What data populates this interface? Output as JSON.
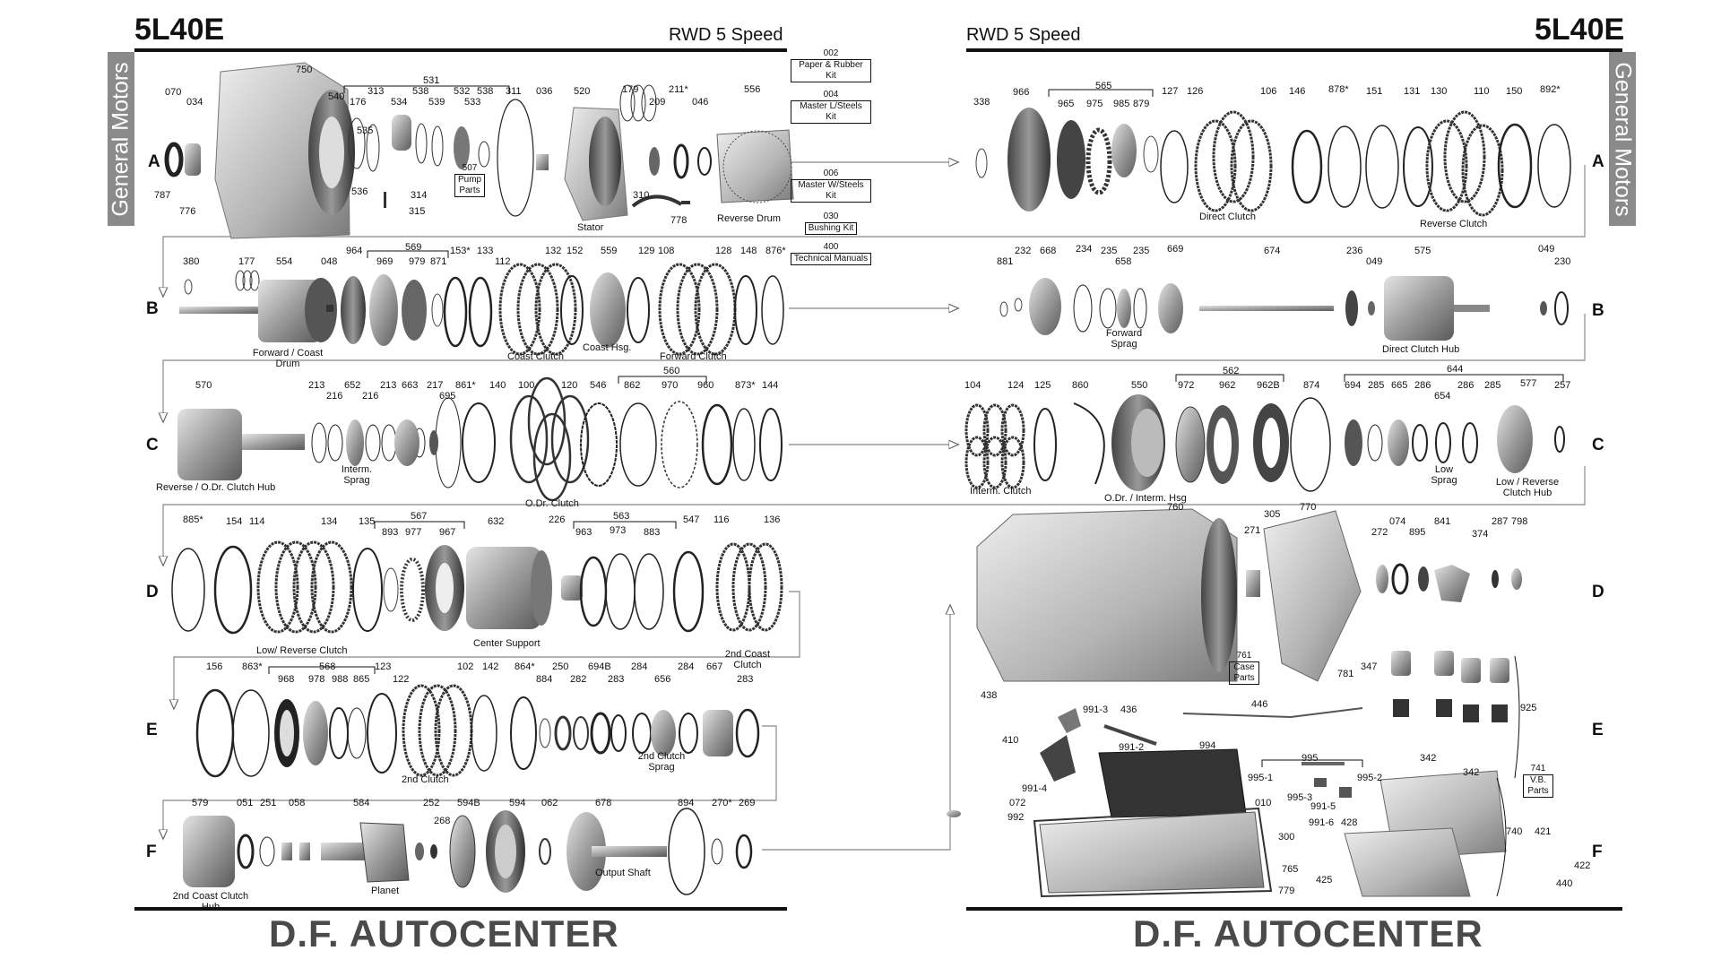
{
  "titles": {
    "left_model": "5L40E",
    "right_model": "5L40E",
    "left_sub": "RWD 5 Speed",
    "right_sub": "RWD 5 Speed",
    "brand_left": "D.F. AUTOCENTER",
    "brand_right": "D.F. AUTOCENTER",
    "gm_left": "General Motors",
    "gm_right": "General Motors"
  },
  "row_letters": {
    "a": "A",
    "b": "B",
    "c": "C",
    "d": "D",
    "e": "E",
    "f": "F"
  },
  "kits": {
    "k002_num": "002",
    "k002_label": "Paper & Rubber Kit",
    "k004_num": "004",
    "k004_label": "Master L/Steels Kit",
    "k006_num": "006",
    "k006_label": "Master W/Steels Kit",
    "k030_num": "030",
    "k030_label": "Bushing Kit",
    "k400_num": "400",
    "k400_label": "Technical Manuals"
  },
  "boxes": {
    "pump_num": "507",
    "pump_label": "Pump Parts",
    "case_num": "761",
    "case_label": "Case Parts",
    "vb_num": "741",
    "vb_label": "V.B. Parts"
  },
  "parts": {
    "p750": "750",
    "p070": "070",
    "p034": "034",
    "p787": "787",
    "p776": "776",
    "p540": "540",
    "p531": "531",
    "p176": "176",
    "p313": "313",
    "p535": "535",
    "p534": "534",
    "p538a": "538",
    "p539": "539",
    "p532": "532",
    "p533": "533",
    "p538b": "538",
    "p311": "311",
    "p536": "536",
    "p314": "314",
    "p315": "315",
    "p036": "036",
    "p520": "520",
    "p179": "179",
    "p209": "209",
    "p211": "211*",
    "p046": "046",
    "p556": "556",
    "p310": "310",
    "p778": "778",
    "p338": "338",
    "p966": "966",
    "p565": "565",
    "p965": "965",
    "p975": "975",
    "p985": "985",
    "p879": "879",
    "p127": "127",
    "p126": "126",
    "p106": "106",
    "p146": "146",
    "p878": "878*",
    "p151": "151",
    "p131": "131",
    "p130": "130",
    "p110": "110",
    "p150": "150",
    "p892": "892*",
    "p380": "380",
    "p177": "177",
    "p554": "554",
    "p048": "048",
    "p964": "964",
    "p569": "569",
    "p969": "969",
    "p979": "979",
    "p871": "871",
    "p153": "153*",
    "p133": "133",
    "p112": "112",
    "p132": "132",
    "p152": "152",
    "p559": "559",
    "p129": "129",
    "p108": "108",
    "p128": "128",
    "p148": "148",
    "p876": "876*",
    "p881": "881",
    "p232": "232",
    "p668": "668",
    "p234": "234",
    "p235a": "235",
    "p658": "658",
    "p235b": "235",
    "p669": "669",
    "p674": "674",
    "p236": "236",
    "p049a": "049",
    "p575": "575",
    "p049b": "049",
    "p230": "230",
    "p570": "570",
    "p213a": "213",
    "p216a": "216",
    "p652": "652",
    "p216b": "216",
    "p213b": "213",
    "p663": "663",
    "p217": "217",
    "p861": "861*",
    "p695": "695",
    "p140": "140",
    "p100": "100",
    "p120": "120",
    "p546": "546",
    "p560": "560",
    "p862": "862",
    "p970": "970",
    "p960": "960",
    "p873": "873*",
    "p144": "144",
    "p104": "104",
    "p124": "124",
    "p125": "125",
    "p860": "860",
    "p550": "550",
    "p562": "562",
    "p972": "972",
    "p962": "962",
    "p962b": "962B",
    "p874": "874",
    "p644": "644",
    "p694": "694",
    "p285a": "285",
    "p665": "665",
    "p286a": "286",
    "p654": "654",
    "p286b": "286",
    "p285b": "285",
    "p577": "577",
    "p257": "257",
    "p885": "885*",
    "p154": "154",
    "p114": "114",
    "p134": "134",
    "p135": "135",
    "p567": "567",
    "p893": "893",
    "p977": "977",
    "p967": "967",
    "p632": "632",
    "p226": "226",
    "p563": "563",
    "p963": "963",
    "p973": "973",
    "p883": "883",
    "p547": "547",
    "p116": "116",
    "p136": "136",
    "p760": "760",
    "p305": "305",
    "p770": "770",
    "p271": "271",
    "p272": "272",
    "p074": "074",
    "p895": "895",
    "p841": "841",
    "p374": "374",
    "p287": "287",
    "p798": "798",
    "p781": "781",
    "p347": "347",
    "p925": "925",
    "p438": "438",
    "p991_3": "991-3",
    "p436": "436",
    "p446": "446",
    "p410": "410",
    "p991_2": "991-2",
    "p994": "994",
    "p995": "995",
    "p995_1": "995-1",
    "p995_2": "995-2",
    "p995_3": "995-3",
    "p991_5": "991-5",
    "p991_6": "991-6",
    "p428": "428",
    "p342a": "342",
    "p342b": "342",
    "p991_4": "991-4",
    "p072": "072",
    "p992": "992",
    "p010": "010",
    "p300": "300",
    "p765": "765",
    "p779": "779",
    "p425": "425",
    "p740": "740",
    "p421": "421",
    "p422": "422",
    "p440": "440",
    "p156": "156",
    "p863": "863*",
    "p968": "968",
    "p568": "568",
    "p978": "978",
    "p988": "988",
    "p865": "865",
    "p123": "123",
    "p122": "122",
    "p102": "102",
    "p142": "142",
    "p864": "864*",
    "p884": "884",
    "p250": "250",
    "p282": "282",
    "p694b": "694B",
    "p283a": "283",
    "p284a": "284",
    "p656": "656",
    "p284b": "284",
    "p667": "667",
    "p283b": "283",
    "p579": "579",
    "p051": "051",
    "p251": "251",
    "p058": "058",
    "p584": "584",
    "p252": "252",
    "p268": "268",
    "p594b": "594B",
    "p594": "594",
    "p062": "062",
    "p678": "678",
    "p894": "894",
    "p270": "270*",
    "p269": "269"
  },
  "captions": {
    "stator": "Stator",
    "reverse_drum": "Reverse Drum",
    "direct_clutch": "Direct Clutch",
    "reverse_clutch": "Reverse Clutch",
    "fwd_coast_drum": "Forward / Coast Drum",
    "coast_clutch": "Coast Clutch",
    "coast_hsg": "Coast Hsg.",
    "forward_clutch": "Forward Clutch",
    "forward_sprag": "Forward Sprag",
    "direct_clutch_hub": "Direct Clutch Hub",
    "rev_odr_hub": "Reverse / O.Dr. Clutch Hub",
    "interm_sprag": "Interm. Sprag",
    "odr_clutch": "O.Dr. Clutch",
    "interm_clutch": "Interm. Clutch",
    "odr_interm_hsg": "O.Dr. / Interm. Hsg",
    "low_sprag": "Low Sprag",
    "low_rev_hub": "Low / Reverse Clutch Hub",
    "low_rev_clutch": "Low/ Reverse Clutch",
    "center_support": "Center Support",
    "second_coast_clutch": "2nd Coast Clutch",
    "second_clutch": "2nd Clutch",
    "second_clutch_sprag": "2nd Clutch Sprag",
    "second_coast_hub": "2nd Coast Clutch Hub",
    "planet": "Planet",
    "output_shaft": "Output Shaft"
  },
  "colors": {
    "ink": "#111111",
    "brand_gray": "#4a4a4a",
    "gm_box": "#8a8a8a",
    "metal": "#9a9a9a",
    "metal_dark": "#555555",
    "case": "#c8c8c8",
    "rule": "#111111",
    "flow_line": "#888888"
  }
}
